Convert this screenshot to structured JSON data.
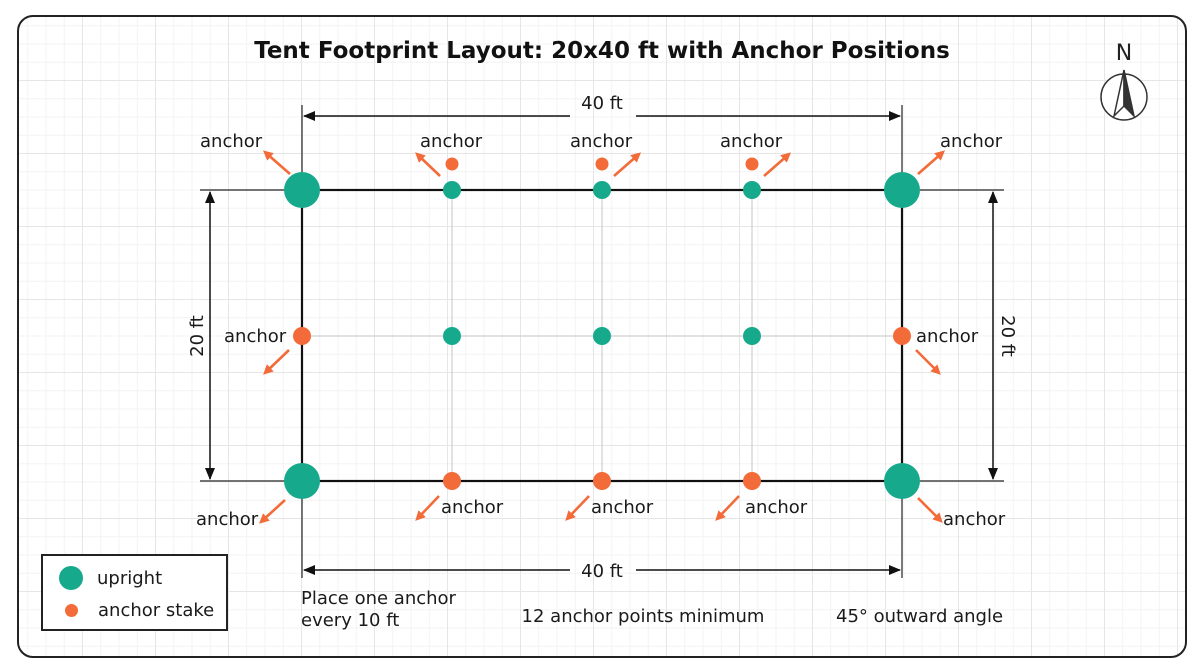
{
  "title": "Tent Footprint Layout: 20x40 ft with Anchor Positions",
  "compass": {
    "label": "N",
    "icon": "compass-icon"
  },
  "dimensions": {
    "top_length": "40 ft",
    "bottom_length": "40 ft",
    "left_width": "20 ft",
    "right_width": "20 ft"
  },
  "anchor_label": "anchor",
  "notes": {
    "left_line1": "Place one anchor",
    "left_line2": "every 10 ft",
    "center": "12 anchor points minimum",
    "right": "45° outward angle"
  },
  "legend": {
    "upright": "upright",
    "anchor_stake": "anchor stake"
  },
  "colors": {
    "upright": "#17a98c",
    "anchor": "#f26b38",
    "outline": "#111111"
  }
}
